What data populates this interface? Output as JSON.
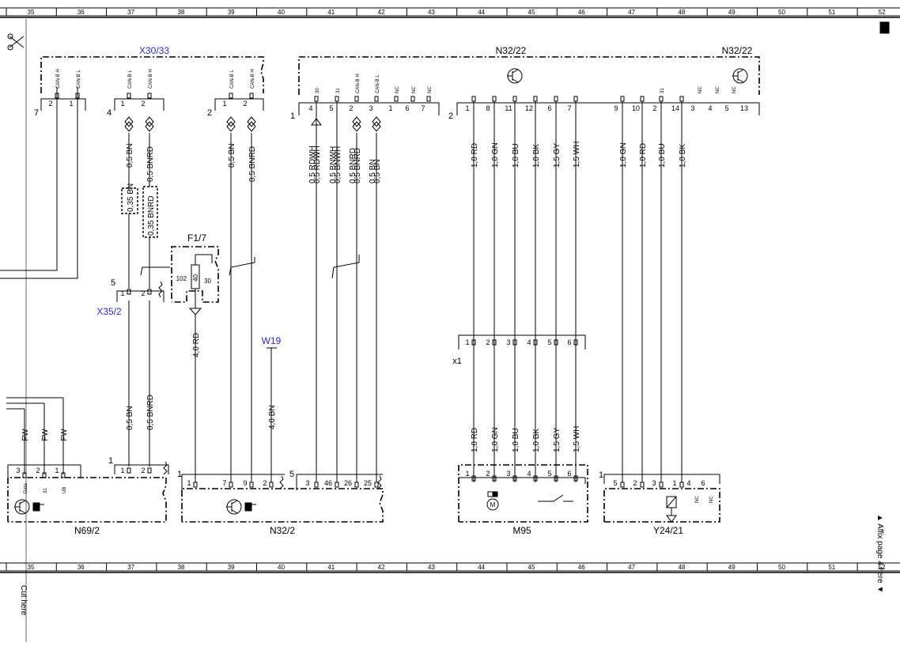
{
  "ruler": {
    "columns": [
      "35",
      "36",
      "37",
      "38",
      "39",
      "40",
      "41",
      "42",
      "43",
      "44",
      "45",
      "46",
      "47",
      "48",
      "49",
      "50",
      "51",
      "52"
    ]
  },
  "margin": {
    "cut_here": "Cut here",
    "affix": "▲ Affix page 4 here ▼"
  },
  "components": {
    "x30_33": {
      "label": "X30/33",
      "pin_groups": [
        "7",
        "4",
        "2"
      ],
      "pins": [
        {
          "pin": "2",
          "signal": "CAN-B H"
        },
        {
          "pin": "1",
          "signal": "CAN-B L"
        },
        {
          "pin": "1",
          "signal": "CAN-B L"
        },
        {
          "pin": "2",
          "signal": "CAN-B H"
        },
        {
          "pin": "1",
          "signal": "CAN-B L"
        },
        {
          "pin": "2",
          "signal": "CAN-B H"
        }
      ]
    },
    "n32_22": {
      "label": "N32/22",
      "label_right": "N32/22",
      "connector_1": "1",
      "connector_2": "2",
      "pins1": [
        {
          "pin": "4",
          "signal": "30"
        },
        {
          "pin": "5",
          "signal": "31"
        },
        {
          "pin": "2",
          "signal": "CAN-B H"
        },
        {
          "pin": "3",
          "signal": "CAN-B L"
        },
        {
          "pin": "1",
          "signal": "NC"
        },
        {
          "pin": "6",
          "signal": "NC"
        },
        {
          "pin": "7",
          "signal": "NC"
        }
      ],
      "pins2": [
        "1",
        "8",
        "11",
        "12",
        "6",
        "7",
        "9",
        "10",
        "2",
        "14",
        "3",
        "4",
        "5",
        "13"
      ],
      "pins2_signals": [
        {
          "pin": "2",
          "signal": "31"
        },
        {
          "pin": "3",
          "signal": "NC"
        },
        {
          "pin": "4",
          "signal": "NC"
        },
        {
          "pin": "5",
          "signal": "NC"
        }
      ]
    },
    "f1_7": {
      "label": "F1/7",
      "fuse_no": "102",
      "rating": "40",
      "circuit": "30"
    },
    "x35_2": {
      "label": "X35/2",
      "group": "5",
      "pins": [
        "1",
        "2"
      ]
    },
    "w19": {
      "label": "W19"
    },
    "x1": {
      "label": "x1",
      "pins": [
        "1",
        "2",
        "3",
        "4",
        "5",
        "6"
      ]
    },
    "n69_2": {
      "label": "N69/2",
      "group": "1",
      "pins": [
        {
          "pin": "3",
          "signal": "Data"
        },
        {
          "pin": "2",
          "signal": "31"
        },
        {
          "pin": "1",
          "signal": "UB"
        }
      ],
      "pins2": [
        "1",
        "2"
      ]
    },
    "n32_2": {
      "label": "N32/2",
      "group1": "1",
      "pins1": [
        "1",
        "7",
        "9",
        "2"
      ],
      "group5": "5",
      "pins5": [
        "3",
        "46",
        "26",
        "25"
      ]
    },
    "m95": {
      "label": "M95",
      "pins": [
        "1",
        "2",
        "3",
        "4",
        "5",
        "6"
      ]
    },
    "y24_21": {
      "label": "Y24/21",
      "group": "1",
      "pins": [
        {
          "pin": "5",
          "signal": ""
        },
        {
          "pin": "2",
          "signal": ""
        },
        {
          "pin": "3",
          "signal": ""
        },
        {
          "pin": "1",
          "signal": ""
        },
        {
          "pin": "4",
          "signal": "NC"
        },
        {
          "pin": "6",
          "signal": "NC"
        }
      ]
    }
  },
  "wires": {
    "can_top": [
      "0,5 BN",
      "0,5 BNRD"
    ],
    "can_dashed": [
      "0,35 BN",
      "0,35 BNRD"
    ],
    "can_mid": [
      "0,5 BN",
      "0,5 BNRD"
    ],
    "can_bottom": [
      "0,5 BN",
      "0,5 BNRD"
    ],
    "fuse_out": "4,0 RD",
    "w19_wire": "4,0 BN",
    "n32_22_conn1": [
      "0,5 RDWH",
      "0,5 RDWH",
      "0,5 BNWH",
      "0,5 BNWH",
      "0,5 BNRD",
      "0,5 BNRD",
      "0,5 BN",
      "0,5 BN"
    ],
    "motor_upper": [
      "1,0 RD",
      "1,0 GN",
      "1,0 BU",
      "1,0 BK",
      "1,5 GY",
      "1,5 WH"
    ],
    "motor_lower": [
      "1,0 RD",
      "1,0 GN",
      "1,0 BU",
      "1,0 BK",
      "1,5 GY",
      "1,5 WH"
    ],
    "valve": [
      "1,0 GN",
      "1,0 RD",
      "1,0 BU",
      "1,0 BK"
    ],
    "fw": [
      "FW",
      "FW",
      "FW"
    ]
  }
}
